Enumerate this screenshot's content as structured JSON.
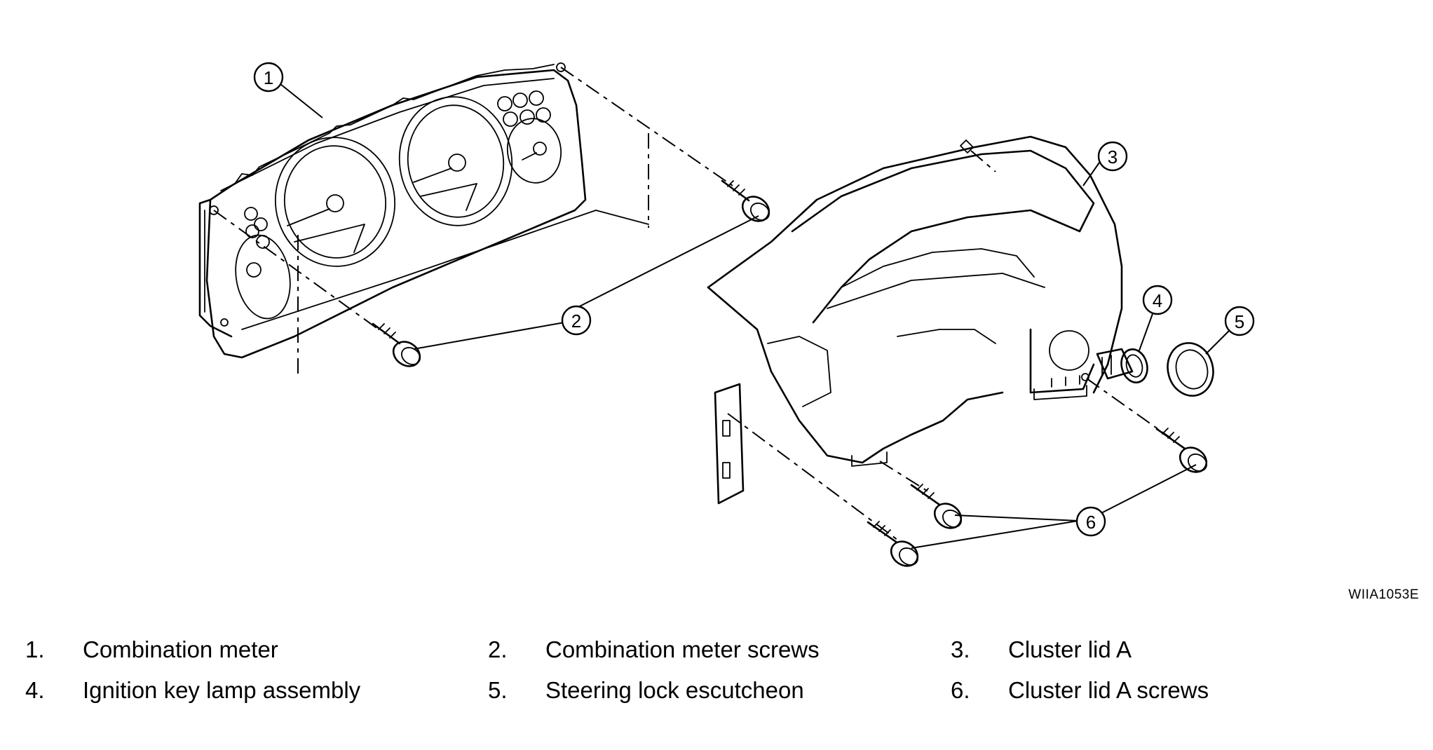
{
  "diagram": {
    "callouts": [
      "1",
      "2",
      "3",
      "4",
      "5",
      "6"
    ],
    "figure_code": "WIIA1053E"
  },
  "legend": [
    {
      "num": "1.",
      "text": "Combination meter"
    },
    {
      "num": "2.",
      "text": "Combination meter screws"
    },
    {
      "num": "3.",
      "text": "Cluster lid A"
    },
    {
      "num": "4.",
      "text": "Ignition key lamp assembly"
    },
    {
      "num": "5.",
      "text": "Steering lock escutcheon"
    },
    {
      "num": "6.",
      "text": "Cluster lid A screws"
    }
  ]
}
